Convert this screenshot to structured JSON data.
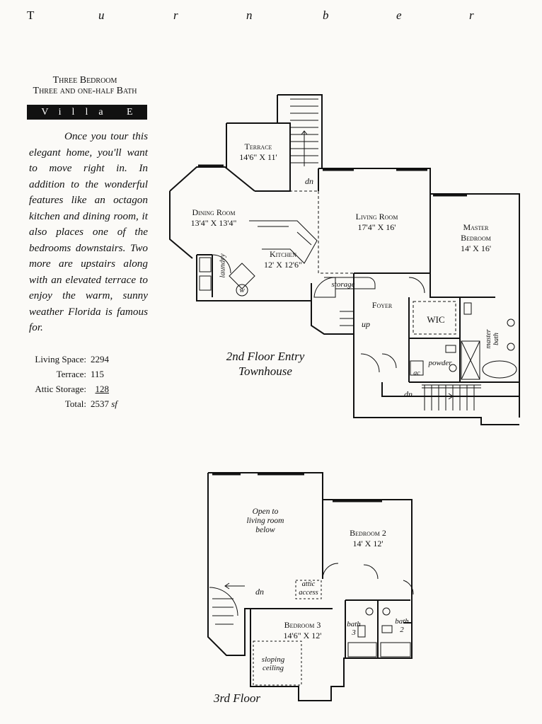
{
  "brand_letters": [
    "T",
    "u",
    "r",
    "n",
    "b",
    "e",
    "r"
  ],
  "subtitle": {
    "line1": "Three Bedroom",
    "line2": "Three and one-half Bath"
  },
  "villa_label": "Villa E",
  "description": "Once you tour this elegant home, you'll want to move right in. In addition to the wonderful features like an octagon kitchen and dining room, it also places one of the bedrooms downstairs. Two more are upstairs along with an elevated terrace to enjoy the warm, sunny weather Florida is famous for.",
  "stats": [
    {
      "label": "Living Space:",
      "value": "2294"
    },
    {
      "label": "Terrace:",
      "value": "115"
    },
    {
      "label": "Attic Storage:",
      "value": "128"
    },
    {
      "label": "Total:",
      "value": "2537",
      "unit": "sf"
    }
  ],
  "floor2": {
    "caption_line1": "2nd Floor Entry",
    "caption_line2": "Townhouse",
    "terrace": {
      "name": "Terrace",
      "size": "14'6\" X 11'"
    },
    "dining": {
      "name": "Dining Room",
      "size": "13'4\" X 13'4\""
    },
    "living": {
      "name": "Living Room",
      "size": "17'4\" X 16'"
    },
    "master": {
      "name1": "Master",
      "name2": "Bedroom",
      "size": "14' X 16'"
    },
    "kitchen": {
      "name": "Kitchen",
      "size": "12' X 12'6\""
    },
    "laundry": "laundry",
    "w": "w",
    "storage": "storage",
    "foyer": "Foyer",
    "up": "up",
    "wic": "WIC",
    "powder": "powder",
    "ac": "ac",
    "master_bath1": "master",
    "master_bath2": "bath",
    "dn_terrace": "dn",
    "dn_bottom": "dn"
  },
  "floor3": {
    "caption": "3rd Floor",
    "open": {
      "line1": "Open to",
      "line2": "living room",
      "line3": "below"
    },
    "bedroom2": {
      "name": "Bedroom 2",
      "size": "14' X 12'"
    },
    "bedroom3": {
      "name": "Bedroom 3",
      "size": "14'6\" X 12'"
    },
    "attic1": "attic",
    "attic2": "access",
    "dn": "dn",
    "bath3_1": "bath",
    "bath3_2": "3",
    "bath2_1": "bath",
    "bath2_2": "2",
    "sloping1": "sloping",
    "sloping2": "ceiling"
  }
}
